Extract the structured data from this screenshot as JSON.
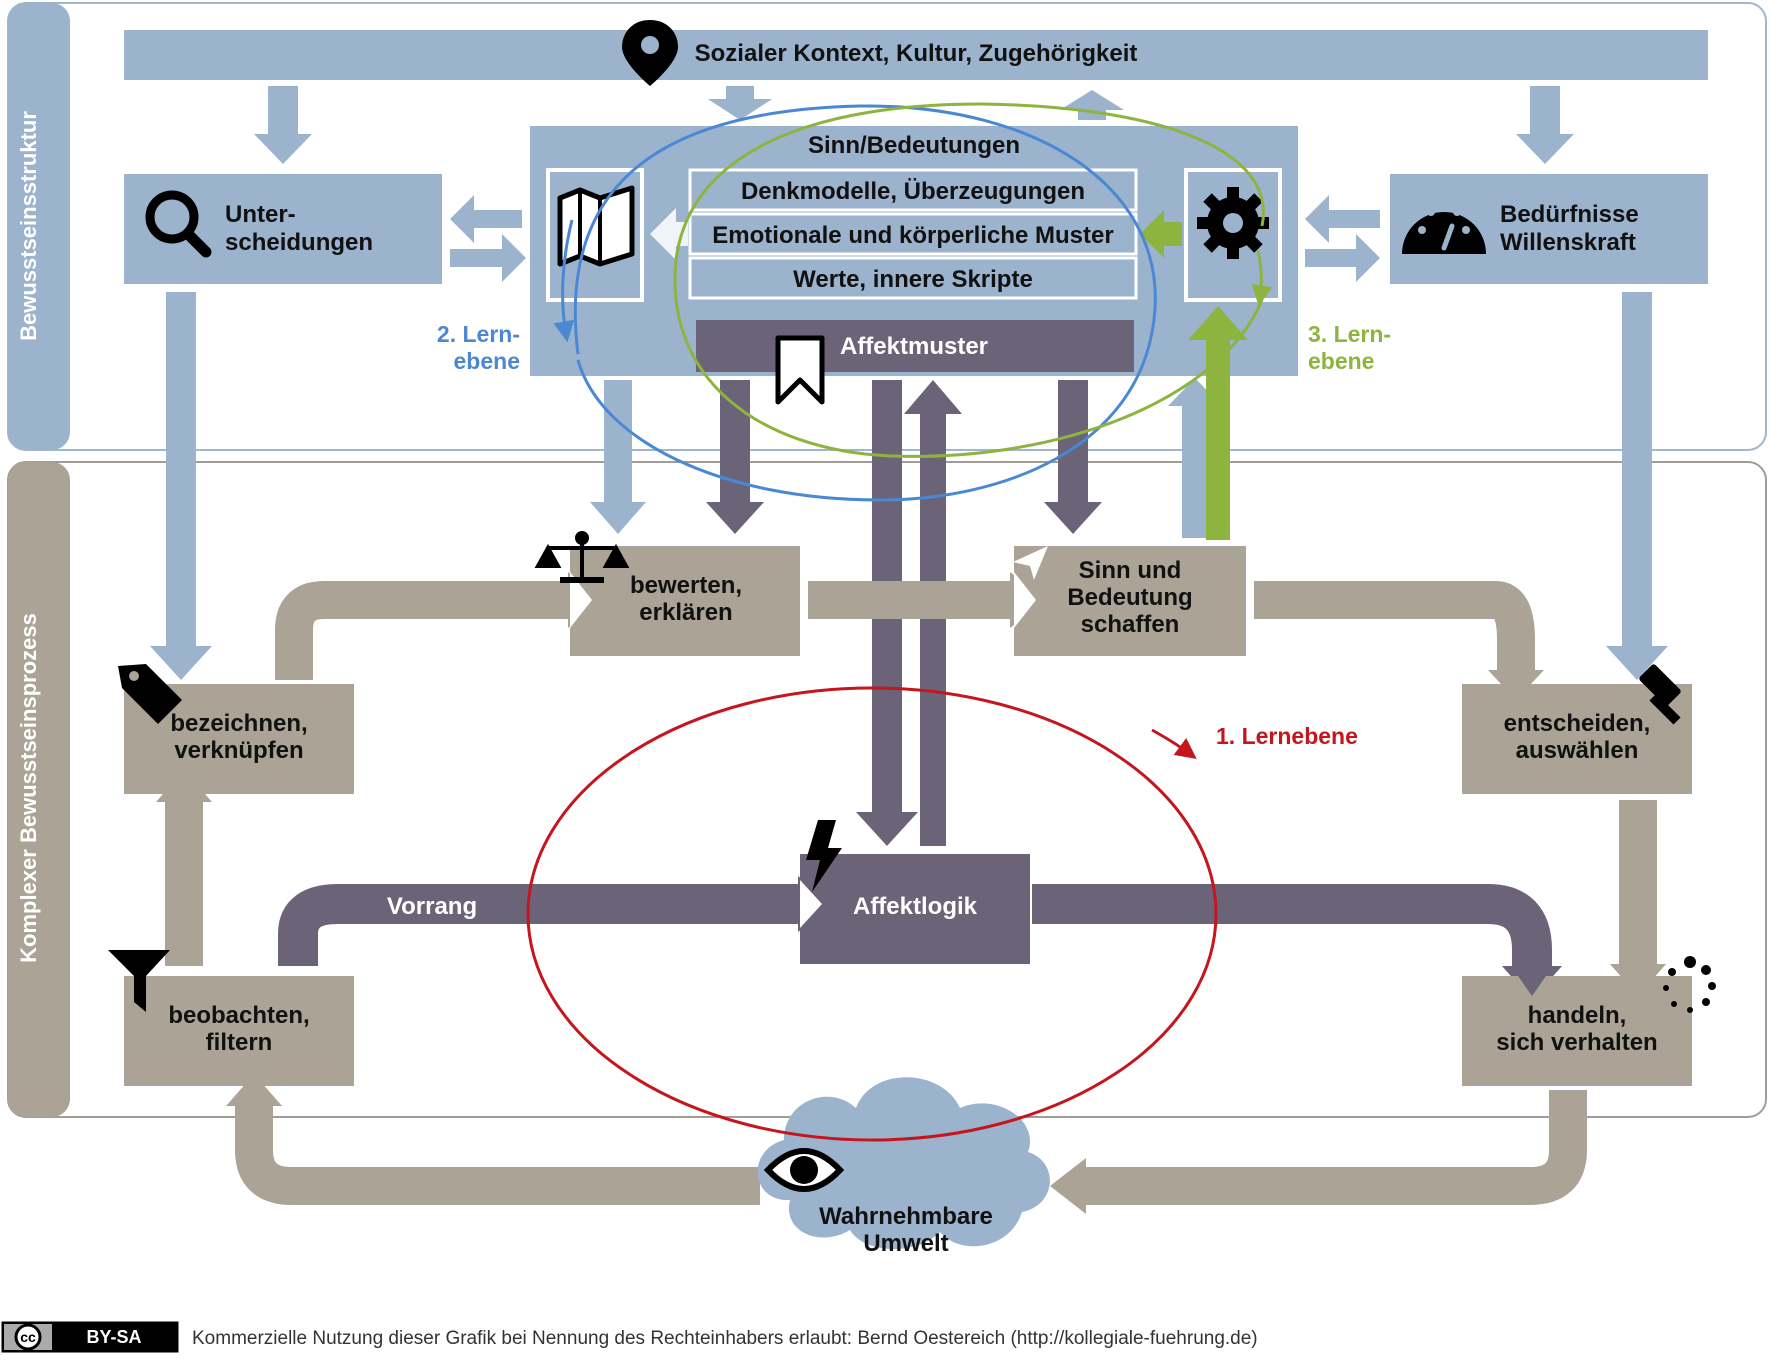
{
  "colors": {
    "blue_box": "#9bb3cd",
    "blue_border": "#9fb6cf",
    "grey_box": "#aaa396",
    "grey_border": "#a19d96",
    "purple_dark": "#6b6478",
    "white": "#ffffff",
    "learn_blue": "#4b88d4",
    "learn_green": "#8db43f",
    "learn_red": "#c4161c",
    "text_dark": "#111111",
    "text_white": "#ffffff"
  },
  "sections": {
    "structure": "Bewusstseinsstruktur",
    "process": "Komplexer Bewusstseinsprozess"
  },
  "context_bar": {
    "label": "Sozialer Kontext, Kultur, Zugehörigkeit",
    "icon": "map-pin-icon"
  },
  "unterscheidungen": {
    "line1": "Unter-",
    "line2": "scheidungen",
    "icon": "magnifier-icon"
  },
  "beduerfnisse": {
    "line1": "Bedürfnisse",
    "line2": "Willenskraft",
    "icon": "speedometer-icon"
  },
  "center": {
    "sinn": "Sinn/Bedeutungen",
    "denkmodelle": "Denkmodelle, Überzeugungen",
    "emotionale": "Emotionale und körperliche Muster",
    "werte": "Werte, innere Skripte",
    "affektmuster": "Affektmuster",
    "map_icon": "map-icon",
    "gear_icon": "gear-icon",
    "bookmark_icon": "bookmark-icon"
  },
  "learning_levels": {
    "level2": {
      "line1": "2. Lern-",
      "line2": "ebene"
    },
    "level3": {
      "line1": "3. Lern-",
      "line2": "ebene"
    },
    "level1": "1. Lernebene"
  },
  "process": {
    "bewerten": {
      "line1": "bewerten,",
      "line2": "erklären",
      "icon": "scales-icon"
    },
    "sinn_schaffen": {
      "line1": "Sinn und",
      "line2": "Bedeutung",
      "line3": "schaffen",
      "icon": "heart-navigation-icon"
    },
    "bezeichnen": {
      "line1": "bezeichnen,",
      "line2": "verknüpfen",
      "icon": "tag-icon"
    },
    "entscheiden": {
      "line1": "entscheiden,",
      "line2": "auswählen",
      "icon": "gavel-icon"
    },
    "beobachten": {
      "line1": "beobachten,",
      "line2": "filtern",
      "icon": "filter-icon"
    },
    "handeln": {
      "line1": "handeln,",
      "line2": "sich verhalten",
      "icon": "loading-dots-icon"
    },
    "affektlogik": {
      "label": "Affektlogik",
      "icon": "lightning-icon"
    },
    "vorrang": "Vorrang"
  },
  "umwelt": {
    "line1": "Wahrnehmbare",
    "line2": "Umwelt",
    "icon": "eye-icon"
  },
  "footer": {
    "badge_cc": "cc",
    "badge_text": "BY-SA",
    "text": "Kommerzielle Nutzung dieser Grafik bei Nennung des Rechteinhabers erlaubt: Bernd Oestereich (http://kollegiale-fuehrung.de)"
  }
}
